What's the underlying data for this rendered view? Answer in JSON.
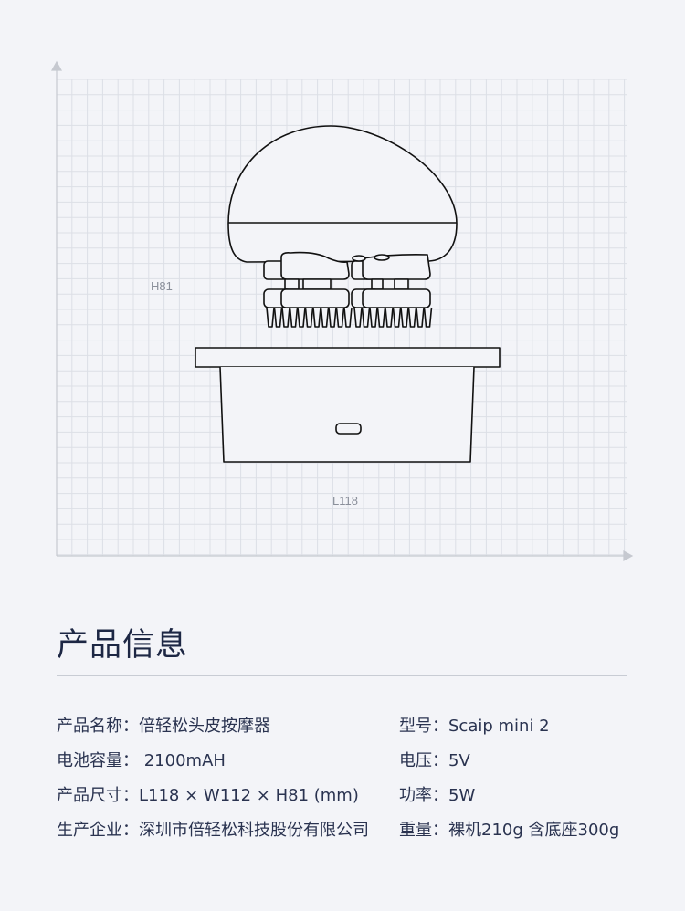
{
  "diagram": {
    "height_label": "H81",
    "length_label": "L118"
  },
  "section_title": "产品信息",
  "specs_left": [
    {
      "label": "产品名称：",
      "value": "倍轻松头皮按摩器"
    },
    {
      "label": "电池容量：",
      "value": " 2100mAH"
    },
    {
      "label": "产品尺寸：",
      "value": "L118 × W112 × H81 (mm)"
    },
    {
      "label": "生产企业：",
      "value": "深圳市倍轻松科技股份有限公司"
    }
  ],
  "specs_right": [
    {
      "label": "型号：",
      "value": "Scaip mini 2"
    },
    {
      "label": "电压：",
      "value": "5V"
    },
    {
      "label": "功率：",
      "value": "5W"
    },
    {
      "label": "重量：",
      "value": "裸机210g 含底座300g"
    }
  ]
}
